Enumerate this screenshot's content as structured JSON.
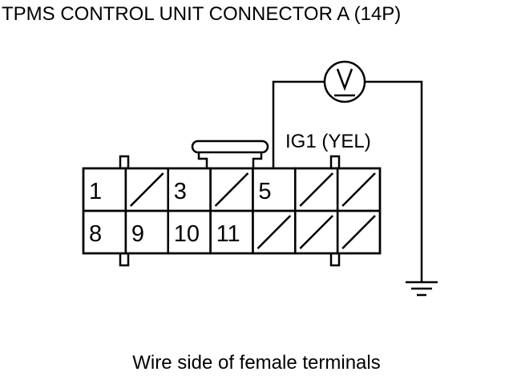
{
  "title": "TPMS CONTROL UNIT CONNECTOR A (14P)",
  "caption": "Wire side of female terminals",
  "wire_label": "IG1 (YEL)",
  "meter_symbol": "V",
  "ground_icon": "ground-icon",
  "connector": {
    "rows": [
      [
        {
          "label": "1"
        },
        {
          "label": ""
        },
        {
          "label": "3"
        },
        {
          "label": ""
        },
        {
          "label": "5"
        },
        {
          "label": ""
        },
        {
          "label": ""
        }
      ],
      [
        {
          "label": "8"
        },
        {
          "label": "9"
        },
        {
          "label": "10"
        },
        {
          "label": "11"
        },
        {
          "label": ""
        },
        {
          "label": ""
        },
        {
          "label": ""
        }
      ]
    ]
  }
}
